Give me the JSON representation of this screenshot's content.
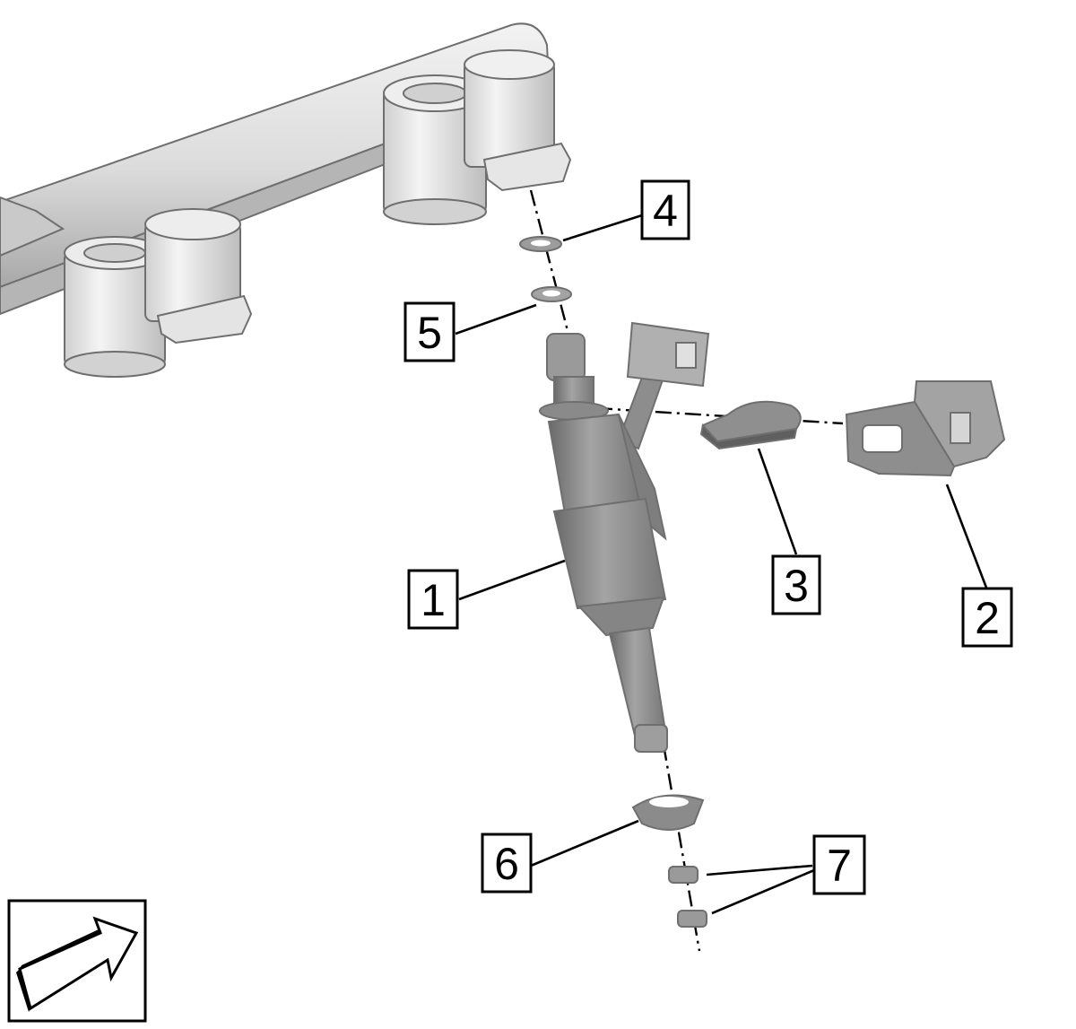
{
  "diagram": {
    "callouts": [
      {
        "id": "1",
        "label": "1"
      },
      {
        "id": "2",
        "label": "2"
      },
      {
        "id": "3",
        "label": "3"
      },
      {
        "id": "4",
        "label": "4"
      },
      {
        "id": "5",
        "label": "5"
      },
      {
        "id": "6",
        "label": "6"
      },
      {
        "id": "7",
        "label": "7"
      }
    ],
    "colors": {
      "rail": "#d9d9d9",
      "injector": "#8c8c8c",
      "clip": "#9a9a9a",
      "outline": "#000000"
    },
    "icons": [
      "view-direction-arrow-icon"
    ]
  }
}
